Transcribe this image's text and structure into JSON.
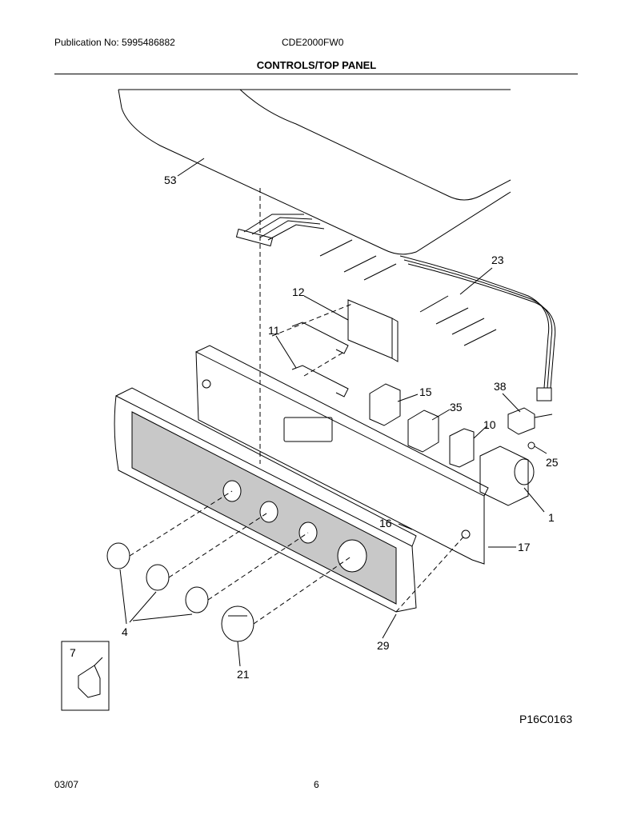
{
  "header": {
    "publication": "Publication No: 5995486882",
    "model": "CDE2000FW0",
    "title": "CONTROLS/TOP PANEL"
  },
  "callouts": {
    "c53": "53",
    "c23": "23",
    "c12": "12",
    "c11": "11",
    "c15": "15",
    "c35": "35",
    "c10": "10",
    "c38": "38",
    "c25": "25",
    "c1": "1",
    "c16": "16",
    "c17": "17",
    "c4": "4",
    "c29": "29",
    "c7": "7",
    "c21": "21"
  },
  "figure_code": "P16C0163",
  "footer": {
    "date": "03/07",
    "page": "6"
  }
}
